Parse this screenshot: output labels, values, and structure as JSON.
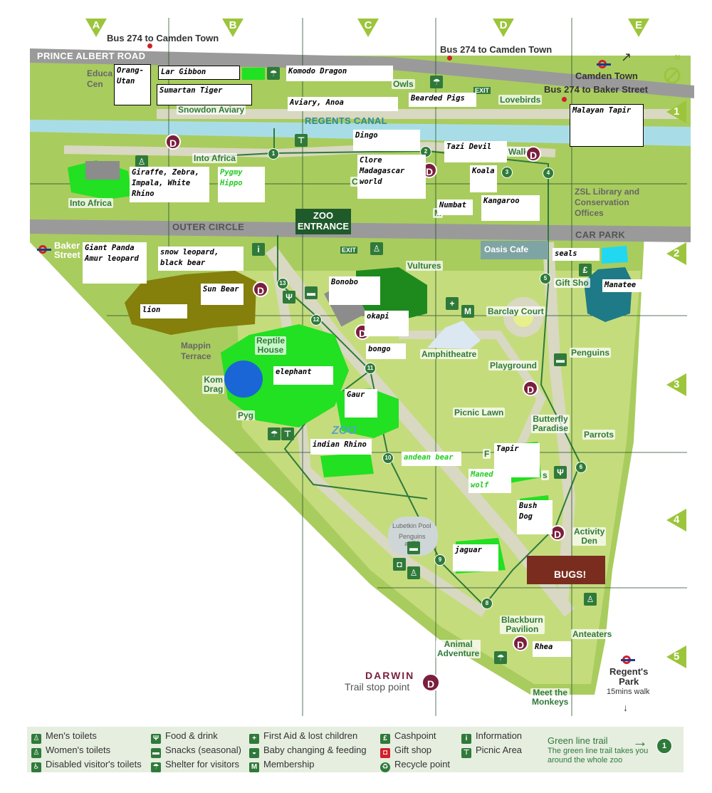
{
  "columns": [
    "A",
    "B",
    "C",
    "D",
    "E"
  ],
  "rows": [
    "1",
    "2",
    "3",
    "4",
    "5"
  ],
  "bus_stops": {
    "bus_camden_1": "Bus 274 to Camden Town",
    "bus_camden_2": "Bus 274 to Camden Town",
    "bus_baker": "Bus 274 to Baker Street"
  },
  "roads": {
    "prince_albert": "PRINCE ALBERT ROAD",
    "outer_circle": "OUTER CIRCLE",
    "regents_canal": "REGENTS CANAL",
    "car_park": "CAR PARK"
  },
  "stations": {
    "camden": "Camden Town",
    "baker": "Baker\nStreet",
    "regents_park": "Regent's\nPark",
    "regents_walk": "15mins walk"
  },
  "map_labels": {
    "education": "Educa\nCen",
    "snowdon": "Snowdon Aviary",
    "owls": "Owls",
    "lovebirds": "Lovebirds",
    "into_africa_1": "Into Africa",
    "into_africa_2": "Into Africa",
    "walk": "Walk",
    "zsl": "ZSL Library and\nConservation\nOffices",
    "entrance": "ZOO\nENTRANCE",
    "vultures": "Vultures",
    "oasis": "Oasis Cafe",
    "giftshop": "Gift Sho",
    "barclay": "Barclay Court",
    "reptile": "Reptile\nHouse",
    "mappin": "Mappin\nTerrace",
    "komodo_partial": "Kom\nDrag",
    "pygmy_partial": "Pyg",
    "amphitheatre": "Amphitheatre",
    "playground": "Playground",
    "penguins": "Penguins",
    "picnic_lawn": "Picnic Lawn",
    "butterfly": "Butterfly\nParadise",
    "parrots": "Parrots",
    "lubetkin": "Lubetkin Pool",
    "penguins_e3": "Penguins\nat E3",
    "activity": "Activity\nDen",
    "blackburn": "Blackburn\nPavilion",
    "anteaters": "Anteaters",
    "animal_adventure": "Animal\nAdventure",
    "monkeys": "Meet the\nMonkeys",
    "bugs": "BUGS!",
    "exit_1": "EXIT",
    "exit_2": "EXIT",
    "zoo_logo": "ZOO",
    "clore_partial": "C",
    "m_partial": "M",
    "f_partial": "F",
    "s_partial": "s"
  },
  "trail_stops": [
    "1",
    "2",
    "3",
    "4",
    "5",
    "6",
    "8",
    "9",
    "10",
    "11",
    "12",
    "13"
  ],
  "darwin": {
    "title": "DARWIN",
    "subtitle": "Trail stop point",
    "icon_letter": "D"
  },
  "annotations": [
    {
      "id": "orang",
      "text": "Orang-\nUtan"
    },
    {
      "id": "gibbon",
      "text": "Lar Gibbon"
    },
    {
      "id": "tiger",
      "text": "Sumartan Tiger"
    },
    {
      "id": "komodo",
      "text": "Komodo Dragon"
    },
    {
      "id": "aviary",
      "text": "Aviary, Anoa"
    },
    {
      "id": "bearded",
      "text": "Bearded Pigs"
    },
    {
      "id": "tapir_m",
      "text": "Malayan Tapir"
    },
    {
      "id": "dingo",
      "text": "Dingo"
    },
    {
      "id": "tazi",
      "text": "Tazi Devil"
    },
    {
      "id": "clore",
      "text": "Clore\nMadagascar\nworld"
    },
    {
      "id": "koala",
      "text": "Koala"
    },
    {
      "id": "numbat",
      "text": "Numbat"
    },
    {
      "id": "kangaroo",
      "text": "Kangaroo"
    },
    {
      "id": "giraffe",
      "text": "Giraffe, Zebra,\nImpala, White\nRhino"
    },
    {
      "id": "hippo",
      "text": "Pygmy\nHippo"
    },
    {
      "id": "panda",
      "text": "Giant Panda\nAmur leopard"
    },
    {
      "id": "snowleo",
      "text": "snow leopard,\nblack bear"
    },
    {
      "id": "sunbear",
      "text": "Sun Bear"
    },
    {
      "id": "lion",
      "text": "lion"
    },
    {
      "id": "bonobo",
      "text": "Bonobo"
    },
    {
      "id": "okapi",
      "text": "okapi"
    },
    {
      "id": "bongo",
      "text": "bongo"
    },
    {
      "id": "elephant",
      "text": "elephant"
    },
    {
      "id": "gaur",
      "text": "Gaur"
    },
    {
      "id": "irhino",
      "text": "indian Rhino"
    },
    {
      "id": "andean",
      "text": "andean bear"
    },
    {
      "id": "tapir",
      "text": "Tapir"
    },
    {
      "id": "maned",
      "text": "Maned\nwolf"
    },
    {
      "id": "bushdog",
      "text": "Bush\nDog"
    },
    {
      "id": "jaguar",
      "text": "jaguar"
    },
    {
      "id": "rhea",
      "text": "Rhea"
    },
    {
      "id": "seals",
      "text": "seals"
    },
    {
      "id": "manatee",
      "text": "Manatee"
    }
  ],
  "legend": {
    "mens_toilets": "Men's toilets",
    "womens_toilets": "Women's toilets",
    "disabled_toilets": "Disabled visitor's toilets",
    "food": "Food & drink",
    "snacks": "Snacks (seasonal)",
    "shelter": "Shelter for visitors",
    "firstaid": "First Aid & lost children",
    "baby": "Baby changing & feeding",
    "membership": "Membership",
    "cashpoint": "Cashpoint",
    "giftshop": "Gift shop",
    "recycle": "Recycle point",
    "information": "Information",
    "picnic": "Picnic Area",
    "green_trail_title": "Green line trail",
    "green_trail_desc": "The green line trail takes you\naround the whole zoo"
  },
  "colors": {
    "park_green": "#a9cc5e",
    "path_beige": "#d9d8c2",
    "canal_blue": "#a8dde8",
    "road_grey": "#9a9a9a",
    "trail_green": "#2f7a3a",
    "darwin_red": "#7a1f3d",
    "grid_arrow": "#9cc53b"
  }
}
